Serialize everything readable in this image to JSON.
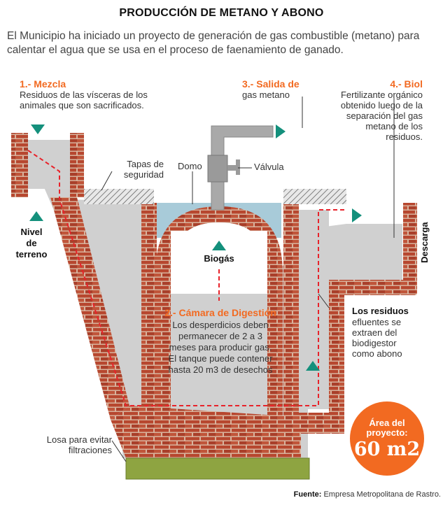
{
  "title": "PRODUCCIÓN DE METANO Y ABONO",
  "intro": "El Municipio ha iniciado un proyecto de generación de gas combustible (metano) para calentar el agua que se usa en el proceso de faenamiento de ganado.",
  "labels": {
    "mezcla_title": "1.- Mezcla",
    "mezcla_line1": "Residuos de las vísceras de los",
    "mezcla_line2": "animales que son sacrificados.",
    "salida_title": "3.- Salida de",
    "salida_sub": "gas metano",
    "biol_title": "4.- Biol",
    "biol_line1": "Fertilizante orgánico",
    "biol_line2": "obtenido luego de la",
    "biol_line3": "separación del gas",
    "biol_line4": "metano de los",
    "biol_line5": "residuos.",
    "tapas_line1": "Tapas de",
    "tapas_line2": "seguridad",
    "domo": "Domo",
    "valvula": "Válvula",
    "nivel_line1": "Nivel",
    "nivel_line2": "de",
    "nivel_line3": "terreno",
    "biogas": "Biogás",
    "descarga": "Descarga",
    "camara_title": "2.- Cámara de Digestión",
    "camara_line1": "Los desperdicios deben",
    "camara_line2": "permanecer de 2 a 3",
    "camara_line3": "meses para producir gas.",
    "camara_line4": "El tanque puede contener",
    "camara_line5": "hasta 20 m3 de desechos",
    "residuos_title": "Los residuos",
    "residuos_line1": "efluentes se",
    "residuos_line2": "extraen del",
    "residuos_line3": "biodigestor",
    "residuos_line4": "como abono",
    "losa_line1": "Losa para evitar",
    "losa_line2": "filtraciones",
    "area_line1": "Área del",
    "area_line2": "proyecto:",
    "area_value": "60 m2",
    "fuente_label": "Fuente:",
    "fuente_text": "Empresa Metropolitana de Rastro."
  },
  "colors": {
    "brick": "#b94a33",
    "mortar": "#d9b9a4",
    "slurry": "#cfcfcf",
    "gas": "#a8cbd9",
    "teal": "#14907c",
    "orange": "#f26a21",
    "red_dash": "#e8222a",
    "base": "#8ea441"
  }
}
